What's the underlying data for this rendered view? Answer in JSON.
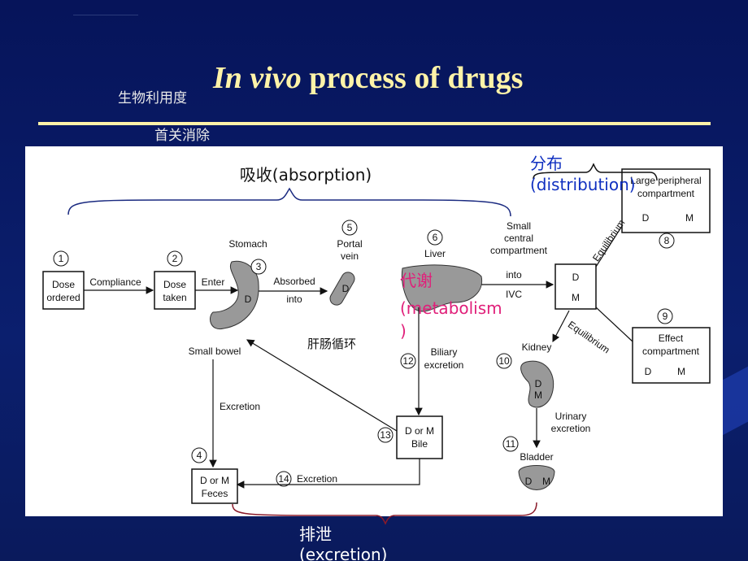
{
  "slide": {
    "title_italic": "In vivo",
    "title_rest": " process of drugs",
    "label_bioavailability": "生物利用度",
    "label_first_pass": "首关消除"
  },
  "annotations": {
    "absorption": "吸收(absorption)",
    "distribution_cn": "分布",
    "distribution_en": "(distribution)",
    "metabolism_cn": "代谢",
    "metabolism_en": "(metabolism",
    "metabolism_close": ")",
    "excretion_cn": "排泄",
    "excretion_en": "(excretion)",
    "enterohepatic": "肝肠循环"
  },
  "diagram": {
    "dose_ordered": [
      "Dose",
      "ordered"
    ],
    "dose_taken": [
      "Dose",
      "taken"
    ],
    "compliance": "Compliance",
    "enter": "Enter",
    "stomach": "Stomach",
    "absorbed": "Absorbed",
    "into": "into",
    "portal_vein": [
      "Portal",
      "vein"
    ],
    "liver": "Liver",
    "into2": "into",
    "ivc": "IVC",
    "small_central": [
      "Small",
      "central",
      "compartment"
    ],
    "large_peripheral": [
      "Large peripheral",
      "compartment"
    ],
    "effect_compartment": [
      "Effect",
      "compartment"
    ],
    "equilibrium": "Equilibrium",
    "kidney": "Kidney",
    "small_bowel": "Small bowel",
    "biliary_excretion": [
      "Biliary",
      "excretion"
    ],
    "excretion": "Excretion",
    "excretion2": "Excretion",
    "urinary_excretion": [
      "Urinary",
      "excretion"
    ],
    "bladder": "Bladder",
    "d_or_m_bile": [
      "D or M",
      "Bile"
    ],
    "d_or_m_feces": [
      "D or M",
      "Feces"
    ],
    "d": "D",
    "m": "M",
    "dm": "D",
    "numbers": [
      "1",
      "2",
      "3",
      "4",
      "5",
      "6",
      "8",
      "9",
      "10",
      "11",
      "12",
      "13",
      "14"
    ]
  },
  "colors": {
    "title": "#fff3a8",
    "magenta": "#e0207a",
    "blue": "#1030c0",
    "brace": "#1a2a80",
    "excretion_brace": "#8a1a2a"
  }
}
